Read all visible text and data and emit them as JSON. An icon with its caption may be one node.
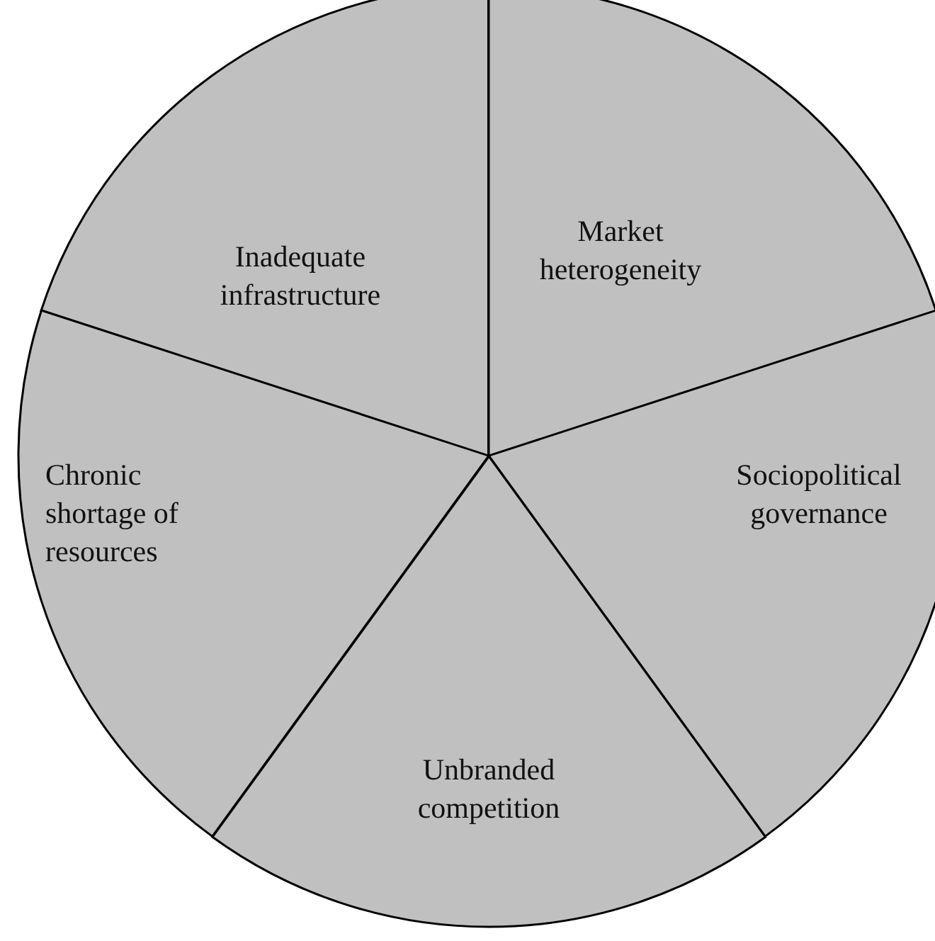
{
  "diagram": {
    "nodes": [
      {
        "text": [
          "Inadequate infrastructure"
        ]
      },
      {
        "text": [
          "Market heterogeneity"
        ]
      },
      {
        "text": [
          "Chronic shortage of resources"
        ]
      },
      {
        "text": [
          "Sociopolitical governance"
        ]
      },
      {
        "text": [
          "Unbranded competition"
        ]
      }
    ],
    "edges": []
  }
}
